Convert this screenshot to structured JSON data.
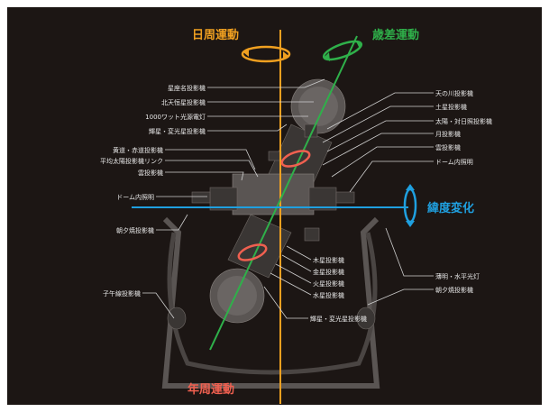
{
  "motions": {
    "diurnal": {
      "label": "日周運動",
      "color": "#f0a020"
    },
    "precession": {
      "label": "歳差運動",
      "color": "#2fb04a"
    },
    "latitude": {
      "label": "緯度変化",
      "color": "#1fa0e0"
    },
    "annual": {
      "label": "年周運動",
      "color": "#f06050"
    }
  },
  "labels_left": [
    "星座名投影機",
    "北天恒星投影機",
    "1000ワット光源電灯",
    "輝星・変光星投影機",
    "黄道・赤道投影機",
    "平均太陽投影機リンク",
    "雲投影機",
    "ドーム内照明",
    "朝夕焼投影機",
    "子午線投影機"
  ],
  "labels_right": [
    "天の川投影機",
    "土星投影機",
    "太陽・対日照投影機",
    "月投影機",
    "雲投影機",
    "ドーム内照明",
    "薄明・水平光灯",
    "朝夕焼投影機"
  ],
  "labels_center": [
    "木星投影機",
    "金星投影機",
    "火星投影機",
    "水星投影機",
    "輝星・変光星投影機"
  ],
  "background": "#1c1614"
}
